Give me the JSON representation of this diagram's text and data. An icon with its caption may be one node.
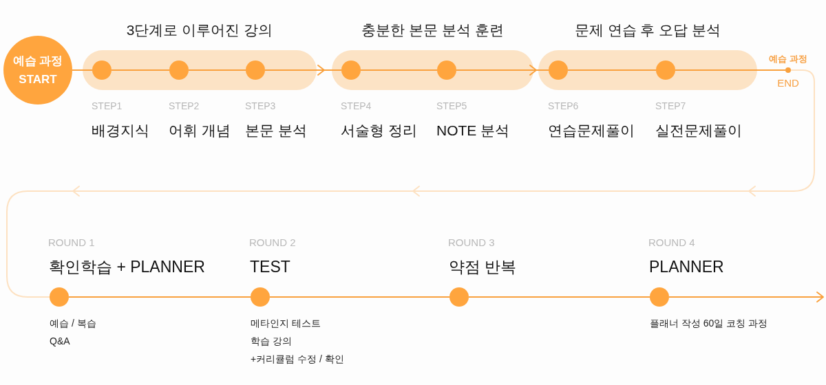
{
  "diagram": {
    "nodes": [
      {
        "text": [
          "예습 과정 START"
        ]
      },
      {
        "text": [
          "3단계로 이루어진 강의"
        ]
      },
      {
        "text": [],
        "shape": "circle",
        "in": 1,
        "beside": [
          "STEP1",
          "배경지식"
        ]
      },
      {
        "text": [],
        "shape": "circle",
        "in": 1,
        "beside": [
          "STEP2",
          "어휘 개념"
        ]
      },
      {
        "text": [],
        "shape": "circle",
        "in": 1,
        "beside": [
          "STEP3",
          "본문 분석"
        ]
      },
      {
        "text": [
          "충분한 본문 분석 훈련"
        ]
      },
      {
        "text": [],
        "shape": "circle",
        "in": 5,
        "beside": [
          "STEP4",
          "서술형 정리"
        ]
      },
      {
        "text": [],
        "shape": "circle",
        "in": 5,
        "beside": [
          "STEP5",
          "NOTE 분석"
        ]
      },
      {
        "text": [
          "문제 연습 후 오답 분석"
        ]
      },
      {
        "text": [],
        "shape": "circle",
        "in": 8,
        "beside": [
          "STEP6",
          "연습문제풀이"
        ]
      },
      {
        "text": [],
        "shape": "circle",
        "in": 8,
        "beside": [
          "STEP7",
          "실전문제풀이"
        ]
      },
      {
        "text": [],
        "shape": "circle",
        "beside": [
          "예습 과정",
          "END"
        ]
      },
      {
        "text": [],
        "shape": "circle",
        "beside": [
          "ROUND 1",
          "확인학습 + PLANNER",
          "예습 / 복습",
          "Q&A"
        ]
      },
      {
        "text": [],
        "shape": "circle",
        "beside": [
          "ROUND 2",
          "TEST",
          "메타인지 테스트",
          "학습 강의",
          "+커리큘럼 수정 / 확인"
        ]
      },
      {
        "text": [],
        "shape": "circle",
        "beside": [
          "ROUND 3",
          "약점 반복"
        ]
      },
      {
        "text": [],
        "shape": "circle",
        "beside": [
          "ROUND 4",
          "PLANNER",
          "플래너 작성 60일 코칭 과정"
        ]
      }
    ],
    "edges": [
      {
        "from": 0,
        "to": 2,
        "arrow": "none"
      },
      {
        "from": 2,
        "to": 3,
        "arrow": "none"
      },
      {
        "from": 3,
        "to": 4,
        "arrow": "none"
      },
      {
        "from": 4,
        "to": 6,
        "arrow": "to"
      },
      {
        "from": 6,
        "to": 7,
        "arrow": "none"
      },
      {
        "from": 7,
        "to": 9,
        "arrow": "to"
      },
      {
        "from": 9,
        "to": 10,
        "arrow": "none"
      },
      {
        "from": 10,
        "to": 11,
        "arrow": "none"
      },
      {
        "from": 11,
        "to": 12,
        "arrow": "to",
        "color": "#fde1c1"
      },
      {
        "from": 12,
        "to": 13,
        "arrow": "none"
      },
      {
        "from": 13,
        "to": 14,
        "arrow": "none"
      },
      {
        "from": 14,
        "to": 15,
        "arrow": "none"
      },
      {
        "from": 15,
        "to": null,
        "arrow": "to"
      }
    ]
  }
}
